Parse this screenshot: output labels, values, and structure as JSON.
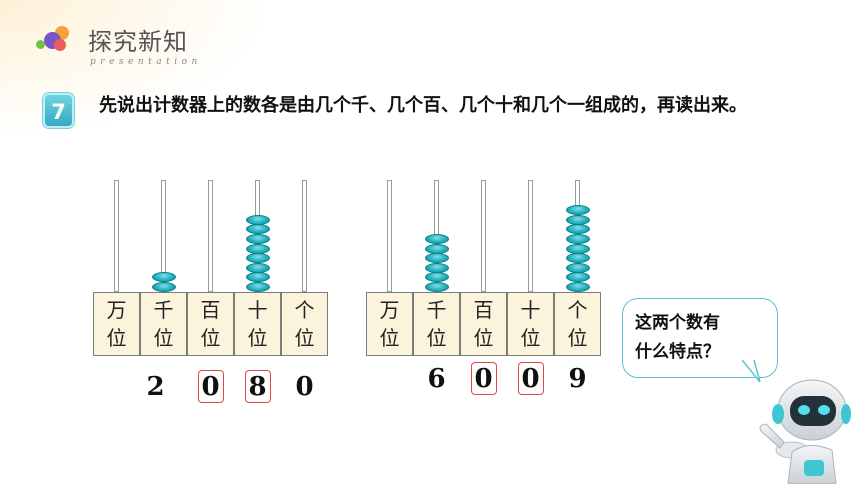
{
  "header": {
    "title": "探究新知",
    "subtitle": "presentation"
  },
  "problem": {
    "number": "7",
    "text": "先说出计数器上的数各是由几个千、几个百、几个十和几个一组成的，再读出来。"
  },
  "abacuses": [
    {
      "places": [
        {
          "line1": "万",
          "line2": "位",
          "beads": 0
        },
        {
          "line1": "千",
          "line2": "位",
          "beads": 2
        },
        {
          "line1": "百",
          "line2": "位",
          "beads": 0
        },
        {
          "line1": "十",
          "line2": "位",
          "beads": 8
        },
        {
          "line1": "个",
          "line2": "位",
          "beads": 0
        }
      ],
      "digits": [
        "2",
        "0",
        "8",
        "0"
      ],
      "boxed": [
        1,
        2
      ]
    },
    {
      "places": [
        {
          "line1": "万",
          "line2": "位",
          "beads": 0
        },
        {
          "line1": "千",
          "line2": "位",
          "beads": 6
        },
        {
          "line1": "百",
          "line2": "位",
          "beads": 0
        },
        {
          "line1": "十",
          "line2": "位",
          "beads": 0
        },
        {
          "line1": "个",
          "line2": "位",
          "beads": 9
        }
      ],
      "digits": [
        "6",
        "0",
        "0",
        "9"
      ],
      "boxed": [
        1,
        2
      ]
    }
  ],
  "bubble": {
    "line1": "这两个数有",
    "line2": "什么特点？"
  },
  "colors": {
    "bead": "#22b1bd",
    "box_fill": "#fbf3dc",
    "highlight": "#e04848",
    "accent": "#58c3cf"
  }
}
